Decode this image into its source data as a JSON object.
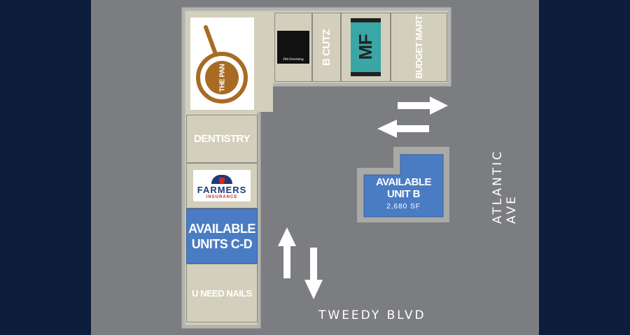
{
  "tenants": {
    "the_pan": "THE PAN",
    "pet_grooming": "Pet Grooming",
    "b_cutz": "B CUTZ",
    "mf": "MF",
    "budget_mart": "BUDGET MART",
    "dentistry": "DENTISTRY",
    "farmers_top": "FARMERS",
    "farmers_bottom": "INSURANCE",
    "units_cd": "AVAILABLE UNITS C-D",
    "u_need_nails": "U NEED NAILS"
  },
  "unit_b": {
    "title": "AVAILABLE UNIT B",
    "size": "2,680 SF"
  },
  "roads": {
    "east": "ATLANTIC AVE",
    "south": "TWEEDY BLVD"
  },
  "colors": {
    "available": "#4a7cc4",
    "tenant": "#d3cfbd",
    "ground": "#7c7d80",
    "frame": "#0d1d3c"
  }
}
